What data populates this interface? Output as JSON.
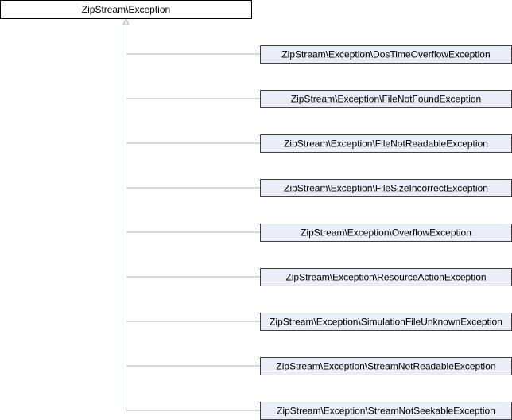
{
  "colors": {
    "background": "#ffffff",
    "base_box_fill": "#ffffff",
    "base_box_stroke": "#000000",
    "child_box_fill": "#e8edf7",
    "child_box_stroke": "#404040",
    "connector": "#9ab7d6"
  },
  "base_class": {
    "label": "ZipStream\\Exception"
  },
  "derived_classes": [
    {
      "label": "ZipStream\\Exception\\DosTimeOverflowException"
    },
    {
      "label": "ZipStream\\Exception\\FileNotFoundException"
    },
    {
      "label": "ZipStream\\Exception\\FileNotReadableException"
    },
    {
      "label": "ZipStream\\Exception\\FileSizeIncorrectException"
    },
    {
      "label": "ZipStream\\Exception\\OverflowException"
    },
    {
      "label": "ZipStream\\Exception\\ResourceActionException"
    },
    {
      "label": "ZipStream\\Exception\\SimulationFileUnknownException"
    },
    {
      "label": "ZipStream\\Exception\\StreamNotReadableException"
    },
    {
      "label": "ZipStream\\Exception\\StreamNotSeekableException"
    }
  ]
}
